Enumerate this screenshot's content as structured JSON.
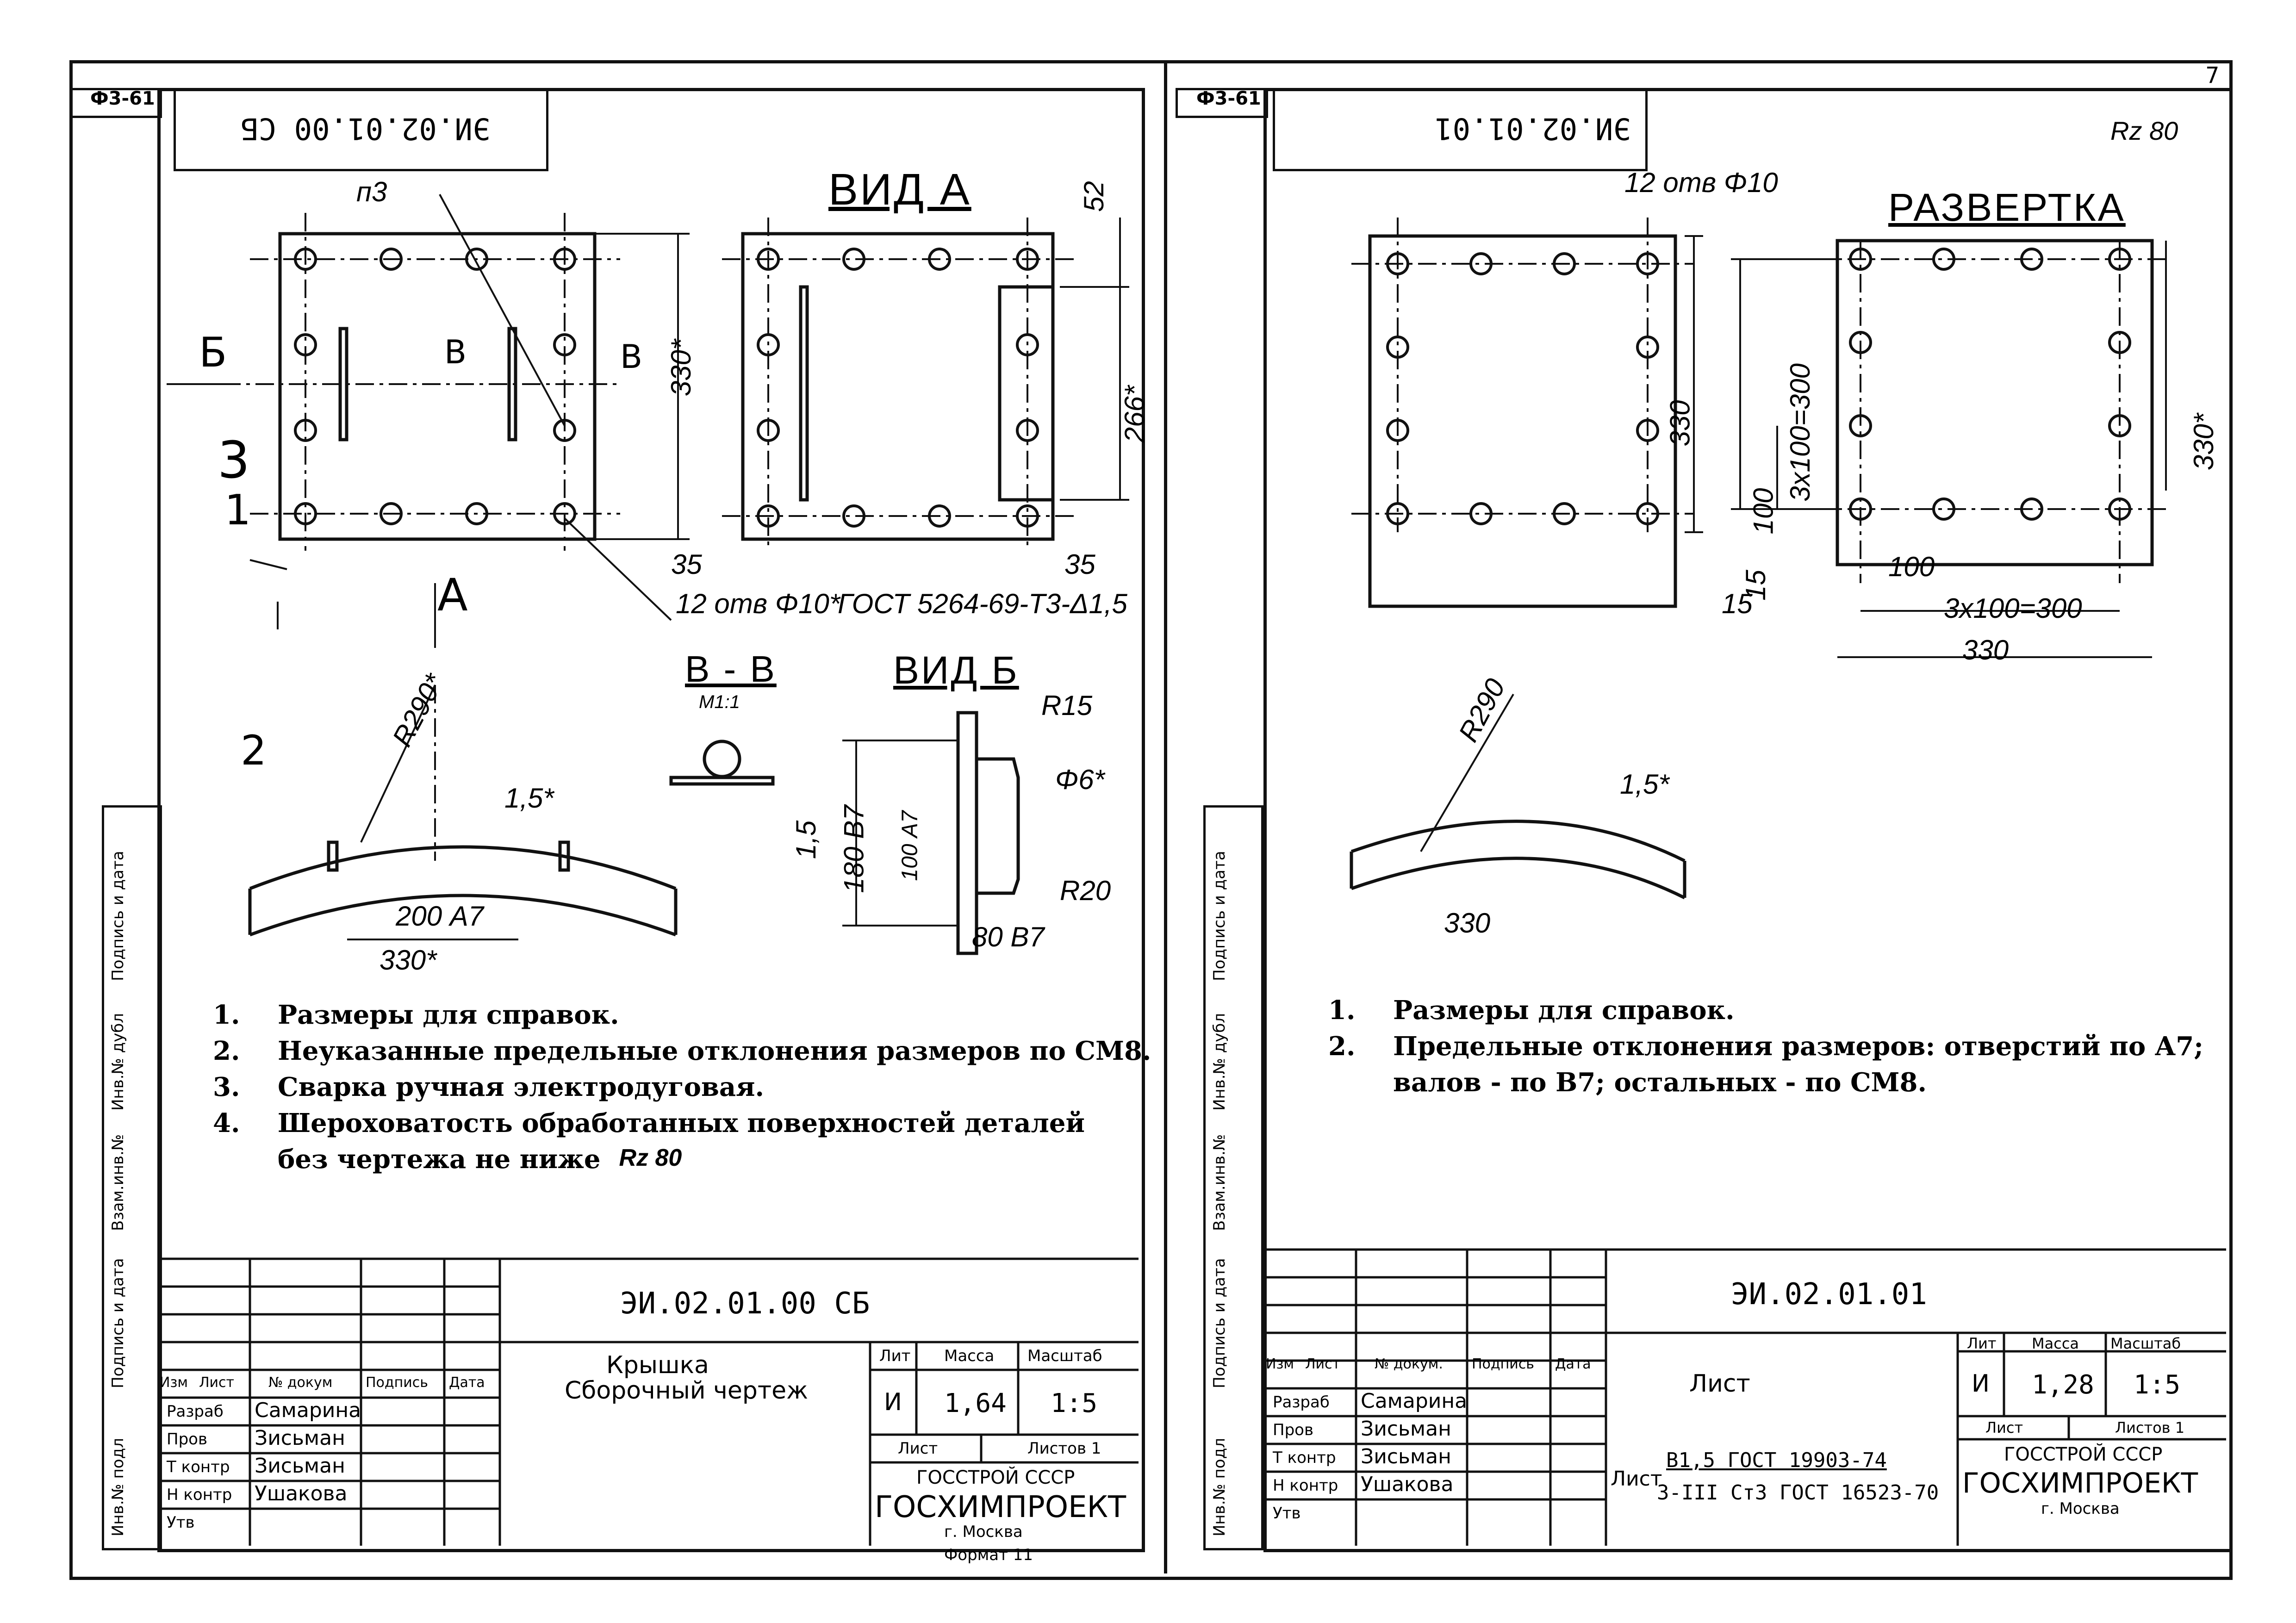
{
  "page": {
    "sheet_number": "7"
  },
  "left": {
    "format_code": "Ф3-61",
    "ledger_columns": [
      "Подпись и дата",
      "Инв.№ дубл",
      "Взам.инв.№",
      "Подпись и дата",
      "Инв.№ подл"
    ],
    "notes": [
      {
        "num": "1.",
        "text": "Размеры для справок."
      },
      {
        "num": "2.",
        "text": "Неуказанные предельные отклонения размеров по СМ8."
      },
      {
        "num": "3.",
        "text": "Сварка ручная электродуговая."
      },
      {
        "num": "4.",
        "text": "Шероховатость обработанных поверхностей деталей"
      },
      {
        "num": "",
        "text": "без чертежа не ниже"
      }
    ],
    "dims": {
      "d330": "330*",
      "d35a": "35",
      "d35b": "35",
      "d266": "266*",
      "d52": "52",
      "holes": "12 отв Φ10*",
      "gost": "ГОСТ 5264-69-Т3-Δ1,5",
      "r290": "R290*",
      "d15": "1,5*",
      "d200": "200 А7",
      "d330b": "330*",
      "d15b": "1,5",
      "d180": "180 В7",
      "d100": "100 А7",
      "r15": "R15",
      "d6": "Φ6*",
      "r20": "R20",
      "d80": "80 В7",
      "n3": "п3",
      "ra": "Rz 80"
    },
    "labels": {
      "b": "Б",
      "a": "А",
      "n3": "3",
      "n1": "1",
      "n2": "2",
      "v": "В",
      "v2": "В"
    },
    "titles": {
      "vid_a": "ВИД А",
      "vv": "В - В",
      "scale": "М1:1",
      "vid_b": "ВИД Б"
    },
    "titleblock": {
      "doc": "ЭИ.02.01.00 СБ",
      "name": "Крышка",
      "subname": "Сборочный чертеж",
      "hdr": [
        "Изм",
        "Лист",
        "№ докум",
        "Подпись",
        "Дата"
      ],
      "rows": [
        [
          "Разраб",
          "Самарина"
        ],
        [
          "Пров",
          "Зисьман"
        ],
        [
          "Т контр",
          "Зисьман"
        ],
        [
          "",
          ""
        ],
        [
          "Н контр",
          "Ушакова"
        ],
        [
          "Утв",
          ""
        ]
      ],
      "lit_label": "Лит",
      "mass_label": "Масса",
      "scale_label": "Масштаб",
      "lit": "И",
      "mass": "1,64",
      "scale": "1:5",
      "sheet_label": "Лист",
      "sheets_label": "Листов 1",
      "org1": "ГОССТРОЙ СССР",
      "org2": "ГОСХИМПРОЕКТ",
      "city": "г. Москва",
      "format": "Формат 11"
    }
  },
  "right": {
    "format_code": "Ф3-61",
    "roughness": "Rz 80",
    "ledger_columns": [
      "Подпись и дата",
      "Инв.№ дубл",
      "Взам.инв.№",
      "Подпись и дата",
      "Инв.№ подл"
    ],
    "notes": [
      {
        "num": "1.",
        "text": "Размеры для справок."
      },
      {
        "num": "2.",
        "text": "Предельные отклонения размеров: отверстий по А7;"
      },
      {
        "num": "",
        "text": "валов  - по В7; остальных  - по СМ8."
      }
    ],
    "dims": {
      "holes": "12 отв Φ10",
      "d330": "330",
      "d3x100": "3x100=300",
      "d100": "100",
      "d15": "15",
      "d15b": "15",
      "d100b": "100",
      "d3x100b": "3x100=300",
      "d330b": "330",
      "d330c": "330*",
      "r290": "R290",
      "d15c": "1,5*",
      "d330d": "330"
    },
    "titles": {
      "razv": "РАЗВЕРТКА"
    },
    "titleblock": {
      "doc": "ЭИ.02.01.01",
      "name": "Лист",
      "hdr": [
        "Изм",
        "Лист",
        "№ докум.",
        "Подпись",
        "Дата"
      ],
      "rows": [
        [
          "Разраб",
          "Самарина"
        ],
        [
          "Пров",
          "Зисьман"
        ],
        [
          "Т контр",
          "Зисьман"
        ],
        [
          "",
          ""
        ],
        [
          "Н контр",
          "Ушакова"
        ],
        [
          "Утв",
          ""
        ]
      ],
      "material_label": "Лист",
      "material1": "В1,5 ГОСТ 19903-74",
      "material2": "3-III Ст3 ГОСТ 16523-70",
      "lit_label": "Лит",
      "mass_label": "Масса",
      "scale_label": "Масштаб",
      "lit": "И",
      "mass": "1,28",
      "scale": "1:5",
      "sheet_label": "Лист",
      "sheets_label": "Листов 1",
      "org1": "ГОССТРОЙ СССР",
      "org2": "ГОСХИМПРОЕКТ",
      "city": "г. Москва"
    }
  }
}
